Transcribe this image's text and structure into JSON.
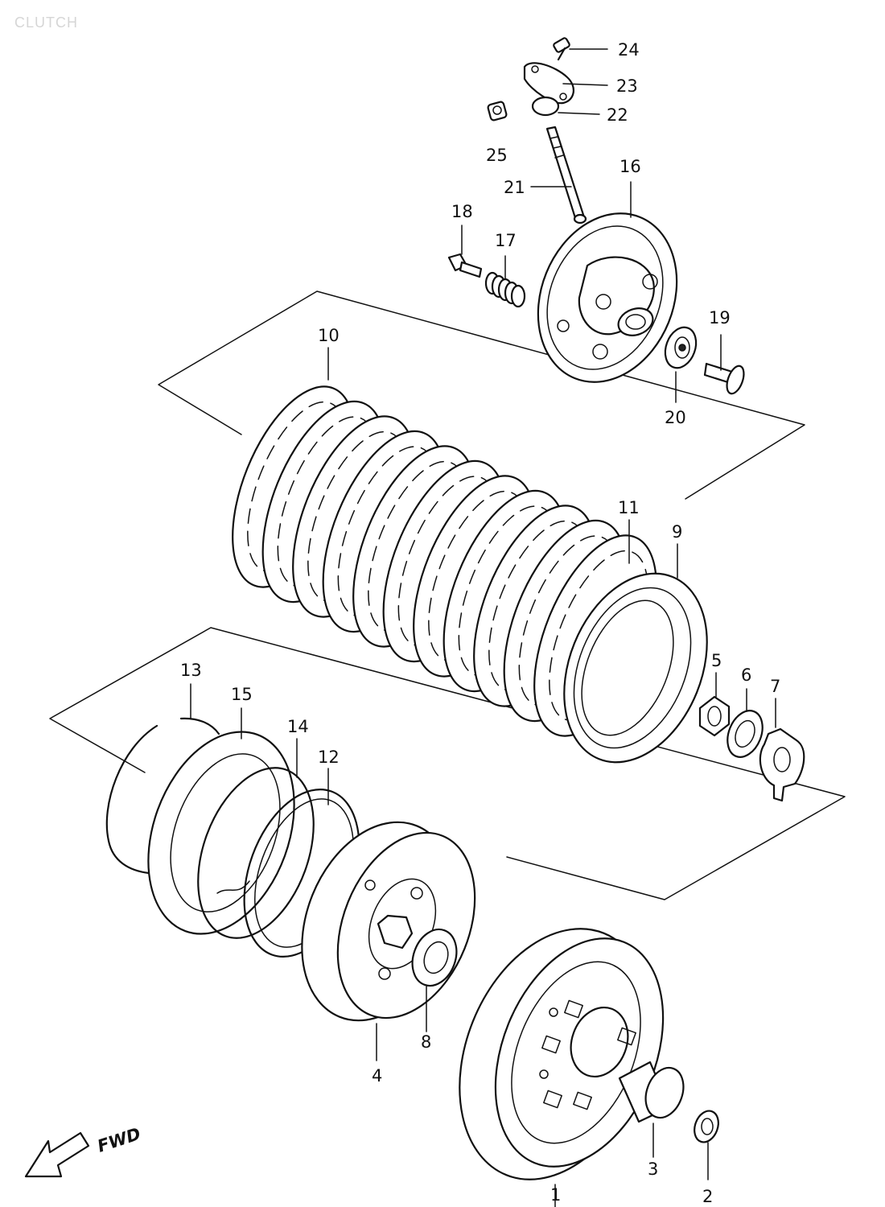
{
  "header": {
    "title": "CLUTCH"
  },
  "direction": {
    "label": "FWD"
  },
  "callouts": [
    {
      "id": "c1",
      "text": "1"
    },
    {
      "id": "c2",
      "text": "2"
    },
    {
      "id": "c3",
      "text": "3"
    },
    {
      "id": "c4",
      "text": "4"
    },
    {
      "id": "c5",
      "text": "5"
    },
    {
      "id": "c6",
      "text": "6"
    },
    {
      "id": "c7",
      "text": "7"
    },
    {
      "id": "c8",
      "text": "8"
    },
    {
      "id": "c9",
      "text": "9"
    },
    {
      "id": "c10",
      "text": "10"
    },
    {
      "id": "c11",
      "text": "11"
    },
    {
      "id": "c12",
      "text": "12"
    },
    {
      "id": "c13",
      "text": "13"
    },
    {
      "id": "c14",
      "text": "14"
    },
    {
      "id": "c15",
      "text": "15"
    },
    {
      "id": "c16",
      "text": "16"
    },
    {
      "id": "c17",
      "text": "17"
    },
    {
      "id": "c18",
      "text": "18"
    },
    {
      "id": "c19",
      "text": "19"
    },
    {
      "id": "c20",
      "text": "20"
    },
    {
      "id": "c21",
      "text": "21"
    },
    {
      "id": "c22",
      "text": "22"
    },
    {
      "id": "c23",
      "text": "23"
    },
    {
      "id": "c24",
      "text": "24"
    },
    {
      "id": "c25",
      "text": "25"
    }
  ]
}
